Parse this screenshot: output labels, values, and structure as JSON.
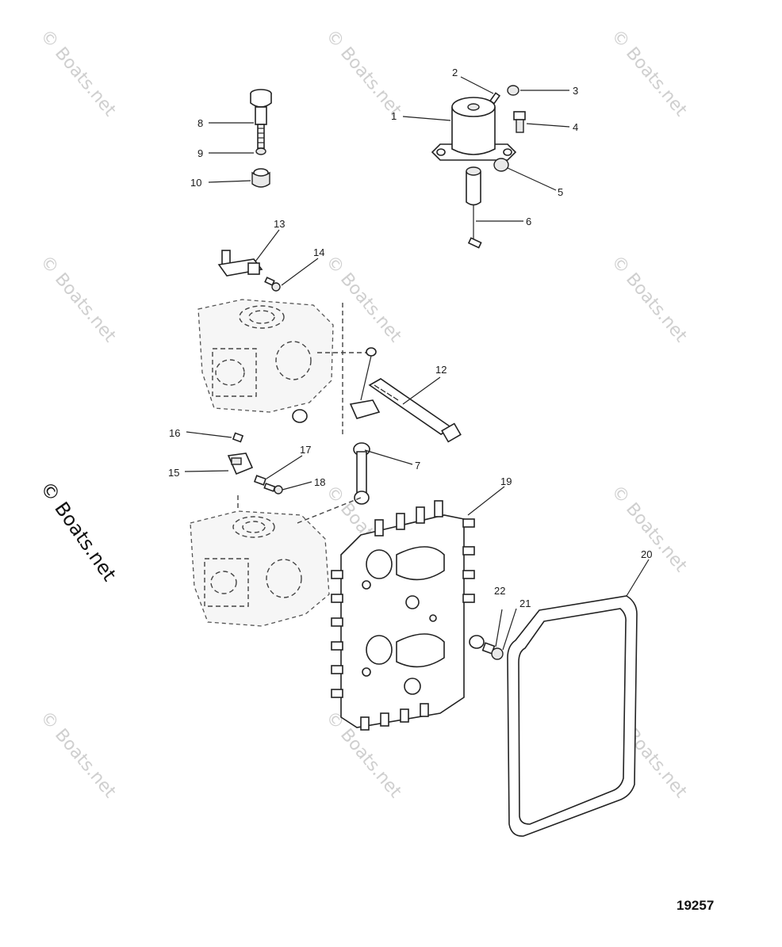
{
  "figure_number": "19257",
  "watermark": {
    "text": "© Boats.net"
  },
  "callouts": [
    {
      "id": "1",
      "label": "1"
    },
    {
      "id": "2",
      "label": "2"
    },
    {
      "id": "3",
      "label": "3"
    },
    {
      "id": "4",
      "label": "4"
    },
    {
      "id": "5",
      "label": "5"
    },
    {
      "id": "6",
      "label": "6"
    },
    {
      "id": "7",
      "label": "7"
    },
    {
      "id": "8",
      "label": "8"
    },
    {
      "id": "9",
      "label": "9"
    },
    {
      "id": "10",
      "label": "10"
    },
    {
      "id": "12",
      "label": "12"
    },
    {
      "id": "13",
      "label": "13"
    },
    {
      "id": "14",
      "label": "14"
    },
    {
      "id": "15",
      "label": "15"
    },
    {
      "id": "16",
      "label": "16"
    },
    {
      "id": "17",
      "label": "17"
    },
    {
      "id": "18",
      "label": "18"
    },
    {
      "id": "19",
      "label": "19"
    },
    {
      "id": "20",
      "label": "20"
    },
    {
      "id": "21",
      "label": "21"
    },
    {
      "id": "22",
      "label": "22"
    }
  ]
}
